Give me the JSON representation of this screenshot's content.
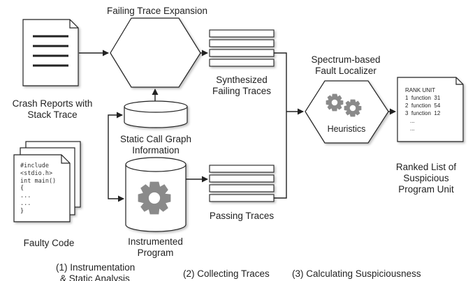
{
  "diagram": {
    "failing_trace_expansion": "Failing Trace Expansion",
    "crash_reports": [
      "Crash Reports with",
      "Stack Trace"
    ],
    "static_call_graph": [
      "Static Call Graph",
      "Information"
    ],
    "synthesized_traces": [
      "Synthesized",
      "Failing Traces"
    ],
    "spectrum_localizer": [
      "Spectrum-based",
      "Fault Localizer"
    ],
    "heuristics": "Heuristics",
    "ranked_list": [
      "Ranked List of",
      "Suspicious",
      "Program Unit"
    ],
    "faulty_code": "Faulty Code",
    "instrumented_program": [
      "Instrumented",
      "Program"
    ],
    "passing_traces": "Passing Traces",
    "code_lines": [
      "#include",
      "<stdio.h>",
      "int main()",
      "{",
      "...",
      "...",
      "}"
    ],
    "rank_table": {
      "header": "RANK UNIT",
      "rows": [
        {
          "rank": "1",
          "unit": "function",
          "value": "31"
        },
        {
          "rank": "2",
          "unit": "function",
          "value": "54"
        },
        {
          "rank": "3",
          "unit": "function",
          "value": "12"
        }
      ],
      "ellipsis": [
        "...",
        "..."
      ]
    }
  },
  "stages": {
    "stage1": [
      "(1) Instrumentation",
      "& Static Analysis"
    ],
    "stage2": "(2) Collecting Traces",
    "stage3": "(3) Calculating Suspiciousness"
  },
  "colors": {
    "line": "#222222",
    "fill": "#ffffff",
    "gear": "#8a8a8a"
  }
}
